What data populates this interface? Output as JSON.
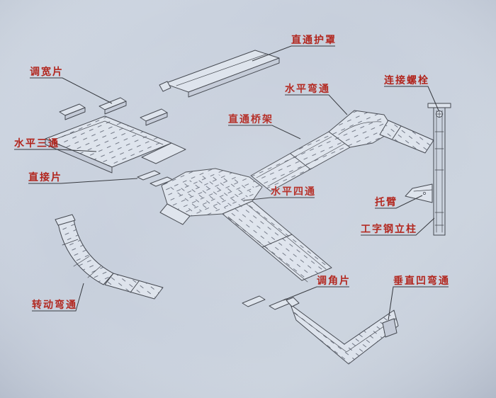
{
  "figure": {
    "title": "cable-tray-assembly-exploded-diagram",
    "type": "isometric line drawing with callout labels"
  },
  "palette": {
    "paper": "#dde3ec",
    "edge": "#c3cad7",
    "line": "#42464e",
    "leader": "#33363c",
    "label": "#b1231b",
    "hatch": "#5a6170"
  },
  "labels": [
    {
      "id": "straight-cover",
      "text": "直通护罩"
    },
    {
      "id": "width-adjust-piece",
      "text": "调宽片"
    },
    {
      "id": "horizontal-bend",
      "text": "水平弯通"
    },
    {
      "id": "connecting-bolt",
      "text": "连接螺栓"
    },
    {
      "id": "straight-tray",
      "text": "直通桥架"
    },
    {
      "id": "horizontal-tee",
      "text": "水平三通"
    },
    {
      "id": "direct-plate",
      "text": "直接片"
    },
    {
      "id": "horizontal-cross",
      "text": "水平四通"
    },
    {
      "id": "support-arm",
      "text": "托臂"
    },
    {
      "id": "i-beam-column",
      "text": "工字钢立柱"
    },
    {
      "id": "angle-adjust-piece",
      "text": "调角片"
    },
    {
      "id": "vertical-concave-bend",
      "text": "垂直凹弯通"
    },
    {
      "id": "rotating-bend",
      "text": "转动弯通"
    }
  ]
}
